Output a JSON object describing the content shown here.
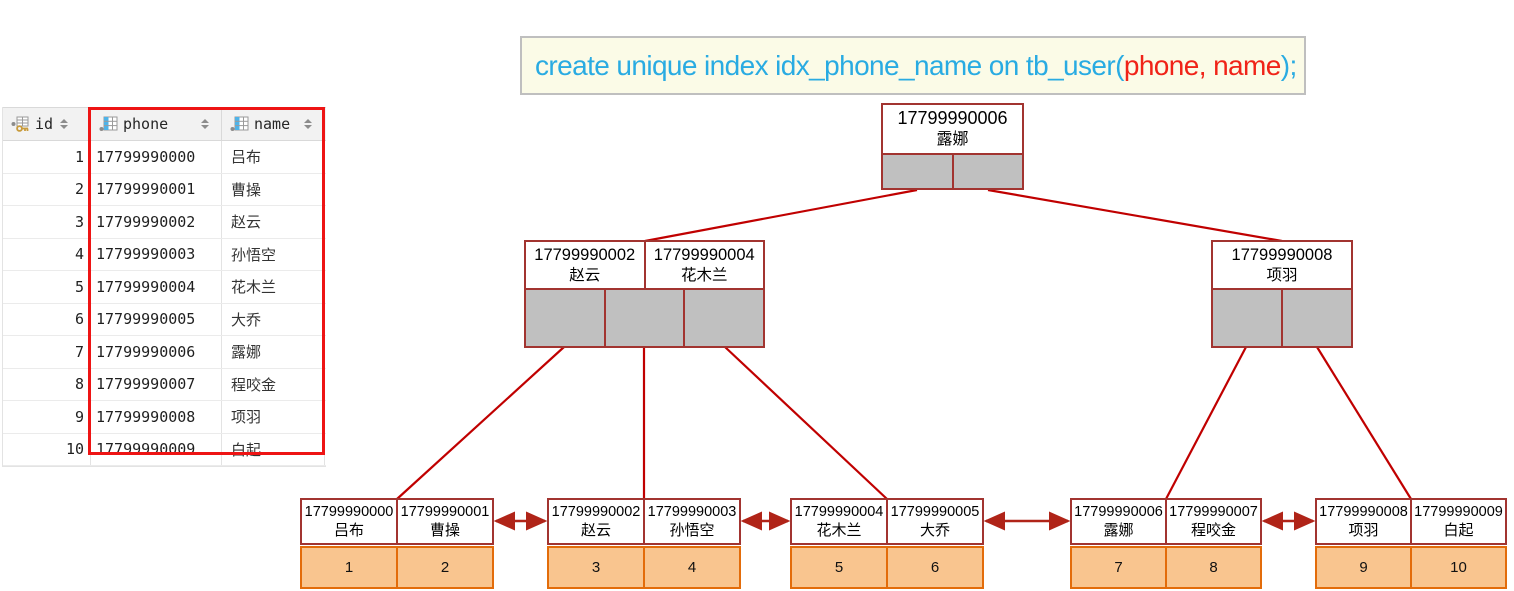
{
  "sql": {
    "segments": [
      {
        "text": "create unique index idx_phone_name on tb_user(",
        "role": "keyword"
      },
      {
        "text": "phone, name",
        "role": "columns"
      },
      {
        "text": ");",
        "role": "keyword"
      }
    ]
  },
  "table": {
    "columns": [
      {
        "label": "id",
        "icon": "key-column-icon"
      },
      {
        "label": "phone",
        "icon": "table-column-icon"
      },
      {
        "label": "name",
        "icon": "table-column-icon"
      }
    ],
    "rows": [
      {
        "id": "1",
        "phone": "17799990000",
        "name": "吕布"
      },
      {
        "id": "2",
        "phone": "17799990001",
        "name": "曹操"
      },
      {
        "id": "3",
        "phone": "17799990002",
        "name": "赵云"
      },
      {
        "id": "4",
        "phone": "17799990003",
        "name": "孙悟空"
      },
      {
        "id": "5",
        "phone": "17799990004",
        "name": "花木兰"
      },
      {
        "id": "6",
        "phone": "17799990005",
        "name": "大乔"
      },
      {
        "id": "7",
        "phone": "17799990006",
        "name": "露娜"
      },
      {
        "id": "8",
        "phone": "17799990007",
        "name": "程咬金"
      },
      {
        "id": "9",
        "phone": "17799990008",
        "name": "项羽"
      },
      {
        "id": "10",
        "phone": "17799990009",
        "name": "白起"
      }
    ]
  },
  "tree": {
    "root": {
      "keys": [
        {
          "phone": "17799990006",
          "name": "露娜"
        }
      ],
      "pointers": 2
    },
    "internal": [
      {
        "keys": [
          {
            "phone": "17799990002",
            "name": "赵云"
          },
          {
            "phone": "17799990004",
            "name": "花木兰"
          }
        ],
        "pointers": 3
      },
      {
        "keys": [
          {
            "phone": "17799990008",
            "name": "项羽"
          }
        ],
        "pointers": 2
      }
    ],
    "leaves": [
      {
        "keys": [
          {
            "phone": "17799990000",
            "name": "吕布"
          },
          {
            "phone": "17799990001",
            "name": "曹操"
          }
        ],
        "values": [
          "1",
          "2"
        ]
      },
      {
        "keys": [
          {
            "phone": "17799990002",
            "name": "赵云"
          },
          {
            "phone": "17799990003",
            "name": "孙悟空"
          }
        ],
        "values": [
          "3",
          "4"
        ]
      },
      {
        "keys": [
          {
            "phone": "17799990004",
            "name": "花木兰"
          },
          {
            "phone": "17799990005",
            "name": "大乔"
          }
        ],
        "values": [
          "5",
          "6"
        ]
      },
      {
        "keys": [
          {
            "phone": "17799990006",
            "name": "露娜"
          },
          {
            "phone": "17799990007",
            "name": "程咬金"
          }
        ],
        "values": [
          "7",
          "8"
        ]
      },
      {
        "keys": [
          {
            "phone": "17799990008",
            "name": "项羽"
          },
          {
            "phone": "17799990009",
            "name": "白起"
          }
        ],
        "values": [
          "9",
          "10"
        ]
      }
    ]
  },
  "colors": {
    "node_border": "#a23430",
    "pointer_fill": "#c0c0c0",
    "line": "#c00000",
    "arrow": "#b02418",
    "leaf_value_fill": "#f9c58f",
    "leaf_value_border": "#e36c0a",
    "highlight_box": "#ee1414",
    "sql_blue": "#29abe2",
    "sql_red": "#f02318",
    "sql_bg": "#fbfbe7",
    "key_icon_gold": "#c89b3c",
    "column_icon_blue": "#4fb3e8"
  }
}
